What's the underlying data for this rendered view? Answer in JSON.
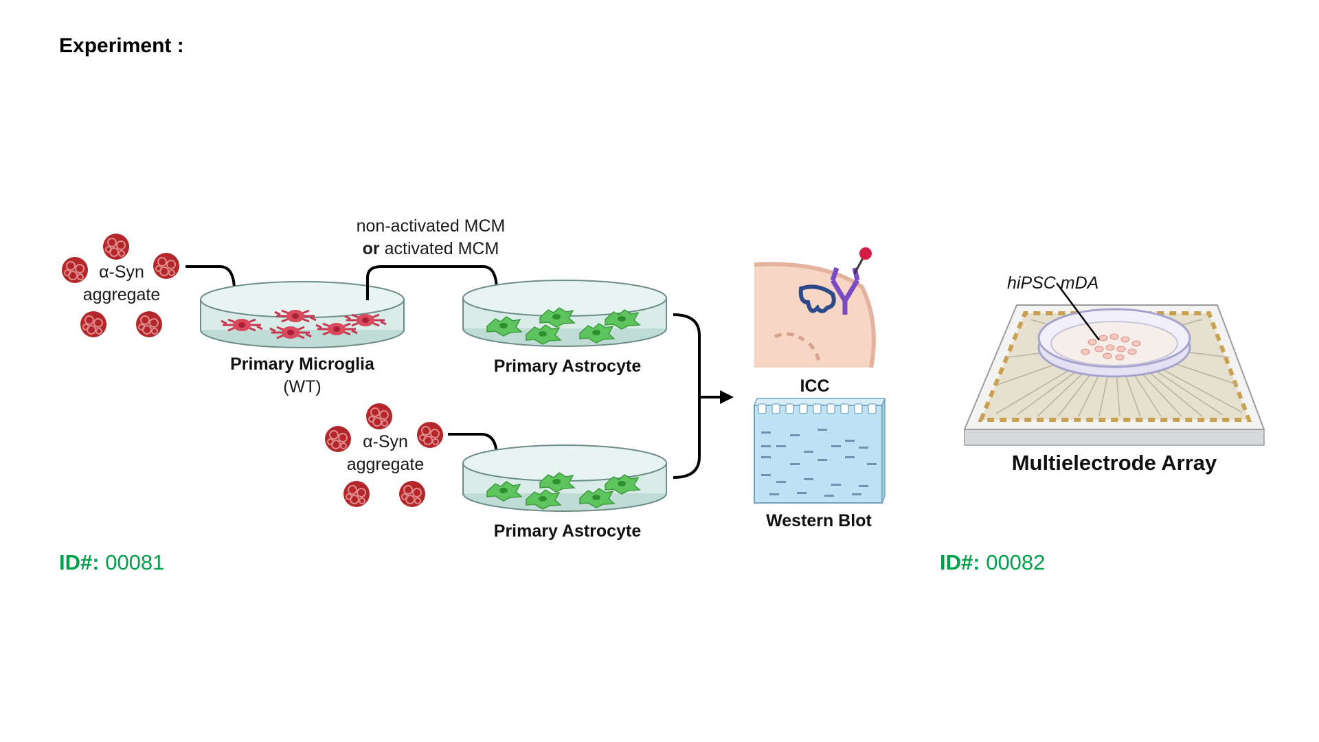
{
  "heading": "Experiment :",
  "experiment_1": {
    "id_prefix": "ID#:",
    "id_value": "00081",
    "aggregate_top": {
      "line1": "α-Syn",
      "line2": "aggregate"
    },
    "aggregate_bottom": {
      "line1": "α-Syn",
      "line2": "aggregate"
    },
    "dish_microglia": {
      "line1": "Primary Microglia",
      "line2": "(WT)"
    },
    "conditioning": {
      "line1": "non-activated MCM",
      "line2_bold": "or",
      "line2_rest": " activated MCM"
    },
    "dish_astrocyte_top": "Primary Astrocyte",
    "dish_astrocyte_bottom": "Primary Astrocyte",
    "assay_icc": "ICC",
    "assay_western": "Western Blot"
  },
  "experiment_2": {
    "id_prefix": "ID#:",
    "id_value": "00082",
    "cell_label": "hiPSC mDA",
    "device_label": "Multielectrode Array"
  },
  "colors": {
    "id_green": "#00a04b",
    "aggregate_red": "#b3262a",
    "microglia_red": "#d84a5c",
    "astrocyte_green": "#5ec45e",
    "dish_teal": "#cfe6e2",
    "gel_blue": "#bfe3f5",
    "electrode_gold": "#c9a050"
  },
  "icons": [
    "aggregate-icon",
    "petri-dish-icon",
    "antibody-icon",
    "gel-icon",
    "mea-chip-icon"
  ]
}
